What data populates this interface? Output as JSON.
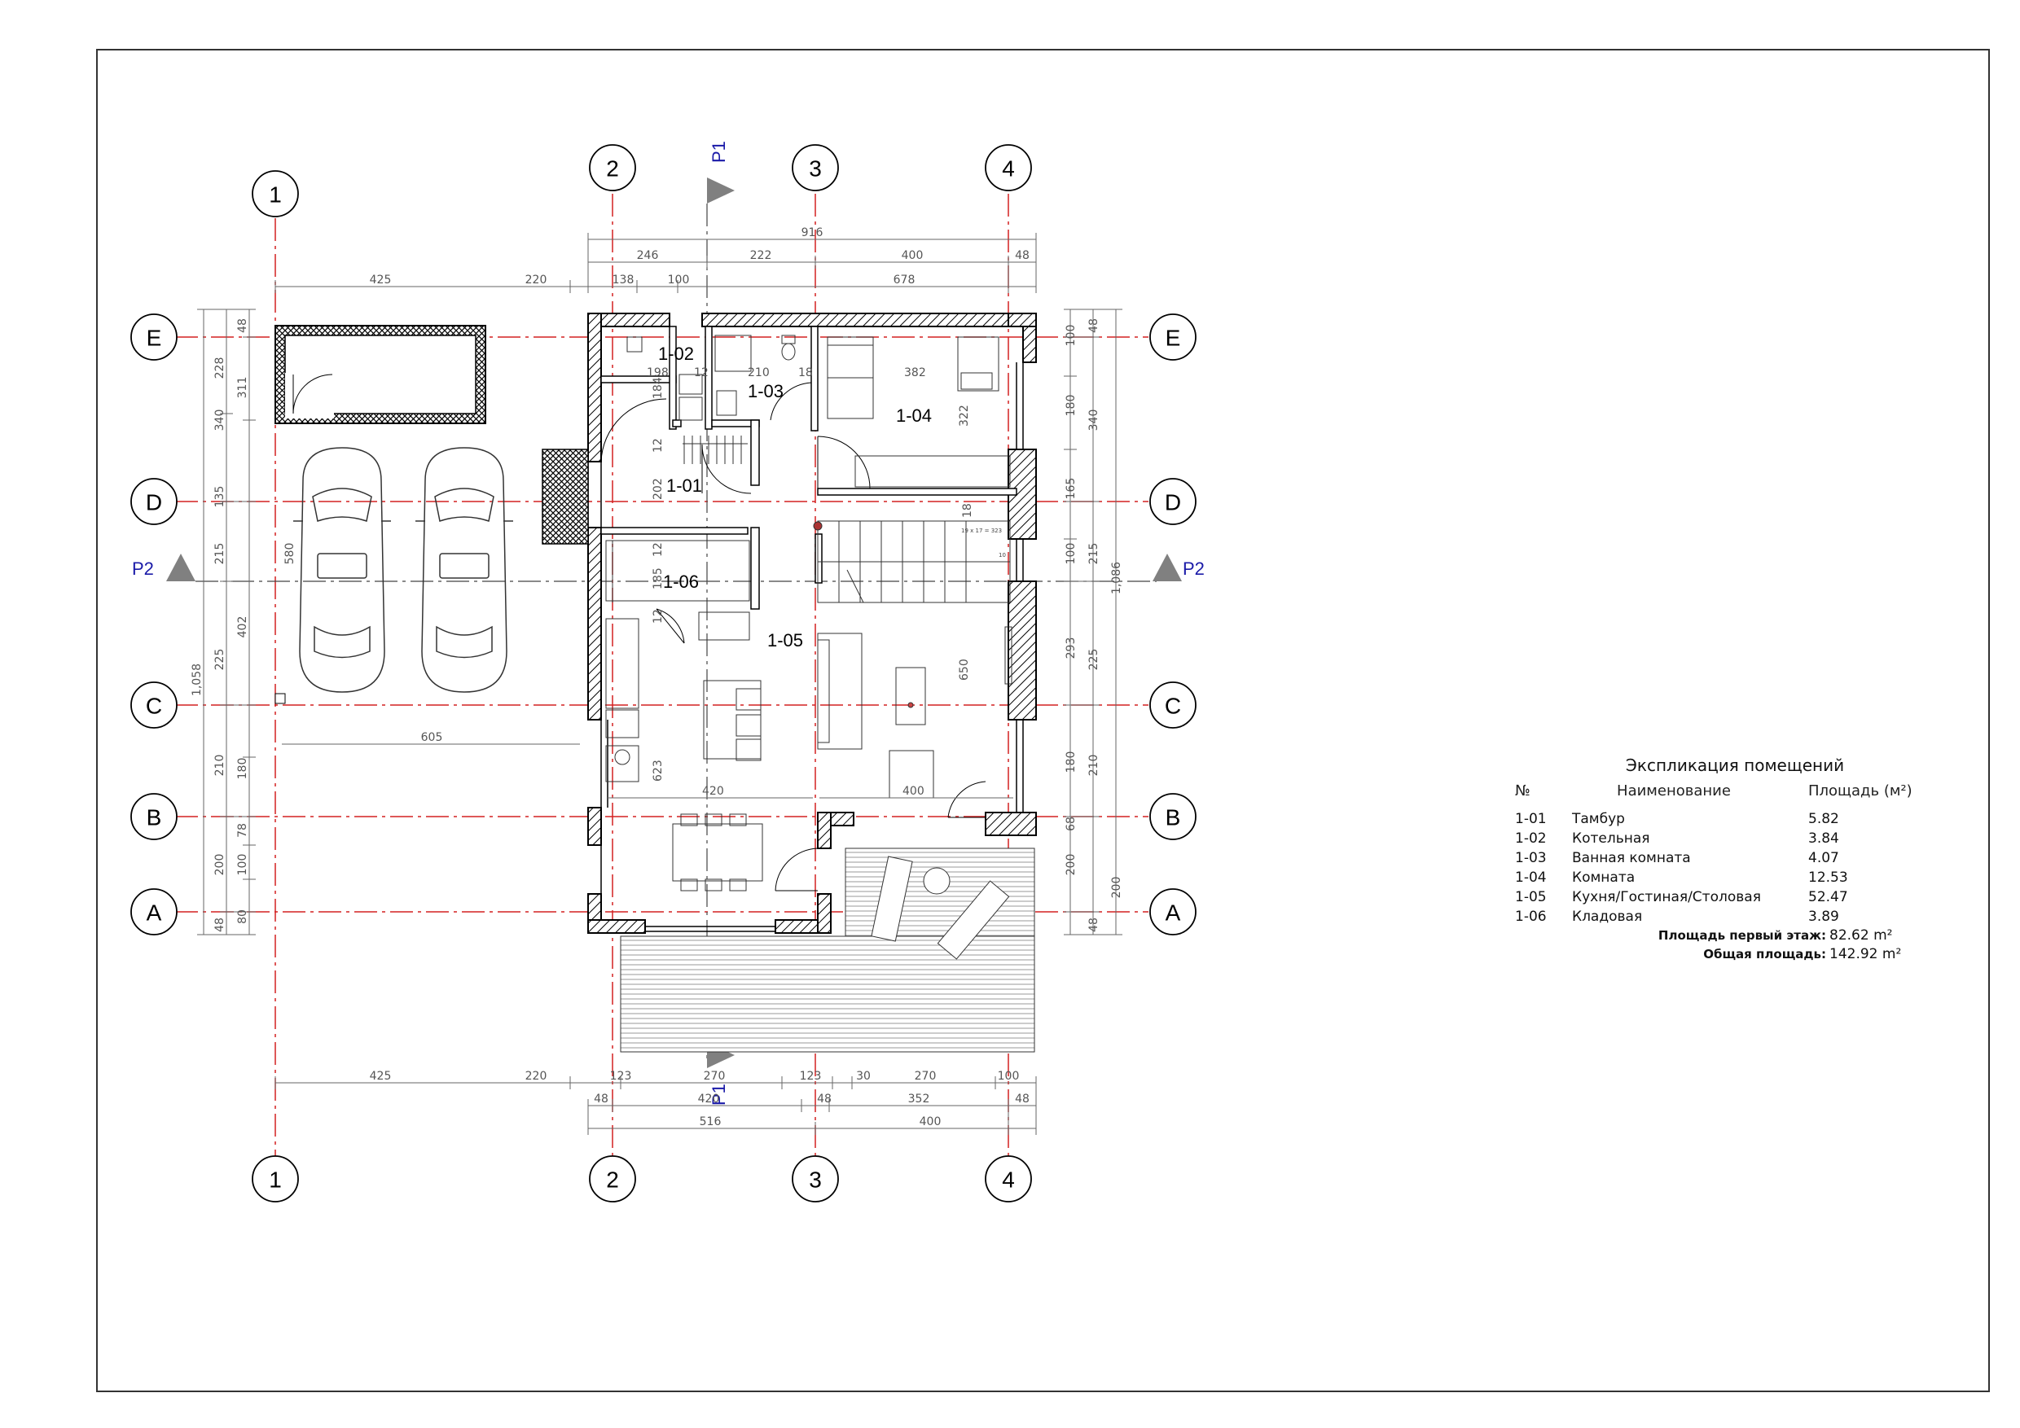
{
  "axes": {
    "cols": [
      "1",
      "2",
      "3",
      "4"
    ],
    "rows": [
      "E",
      "D",
      "C",
      "B",
      "A"
    ]
  },
  "sections": {
    "p1": "P1",
    "p2": "P2"
  },
  "rooms": {
    "r01": "1-01",
    "r02": "1-02",
    "r03": "1-03",
    "r04": "1-04",
    "r05": "1-05",
    "r06": "1-06"
  },
  "dims": {
    "top_overall": "916",
    "top_row1": [
      "246",
      "222",
      "400",
      "48"
    ],
    "top_row2": [
      "425",
      "220",
      "138",
      "100",
      "678"
    ],
    "bottom_row1": [
      "425",
      "220",
      "123",
      "270",
      "123",
      "30",
      "270",
      "100"
    ],
    "bottom_row2": [
      "48",
      "420",
      "48",
      "352",
      "48"
    ],
    "bottom_row3": [
      "516",
      "400"
    ],
    "left_outer": "1,058",
    "left_mid": [
      "228",
      "340",
      "135",
      "215",
      "225",
      "210",
      "200",
      "48"
    ],
    "left_inner": [
      "48",
      "311",
      "402",
      "180",
      "78",
      "100",
      "80"
    ],
    "right_inner": [
      "48",
      "100",
      "180",
      "165",
      "100",
      "293",
      "180",
      "68",
      "200",
      "48"
    ],
    "right_mid": [
      "340",
      "215",
      "225",
      "210",
      "200"
    ],
    "right_outer": "1,086",
    "interior": {
      "d198": "198",
      "d12a": "12",
      "d210": "210",
      "d18a": "18",
      "d382": "382",
      "d184": "184",
      "d322": "322",
      "d12b": "12",
      "d202": "202",
      "d18b": "18",
      "d12c": "12",
      "d185": "185",
      "d12d": "12",
      "d580": "580",
      "d605": "605",
      "d650": "650",
      "d623": "623",
      "d420": "420",
      "d400": "400",
      "d10": "10",
      "stair": "19 x 17 = 323"
    }
  },
  "explication": {
    "title": "Экспликация помещений",
    "headers": {
      "num": "№",
      "name": "Наименование",
      "area": "Площадь (м²)"
    },
    "rows": [
      {
        "num": "1-01",
        "name": "Тамбур",
        "area": "5.82"
      },
      {
        "num": "1-02",
        "name": "Котельная",
        "area": "3.84"
      },
      {
        "num": "1-03",
        "name": "Ванная комната",
        "area": "4.07"
      },
      {
        "num": "1-04",
        "name": "Комната",
        "area": "12.53"
      },
      {
        "num": "1-05",
        "name": "Кухня/Гостиная/Столовая",
        "area": "52.47"
      },
      {
        "num": "1-06",
        "name": "Кладовая",
        "area": "3.89"
      }
    ],
    "floor_label": "Площадь первый этаж:",
    "floor_value": "82.62 m²",
    "total_label": "Общая площадь:",
    "total_value": "142.92 m²"
  },
  "colors": {
    "axis_line": "#d42020",
    "dim_line": "#666666",
    "wall": "#000000",
    "section": "#1a1aa8"
  }
}
